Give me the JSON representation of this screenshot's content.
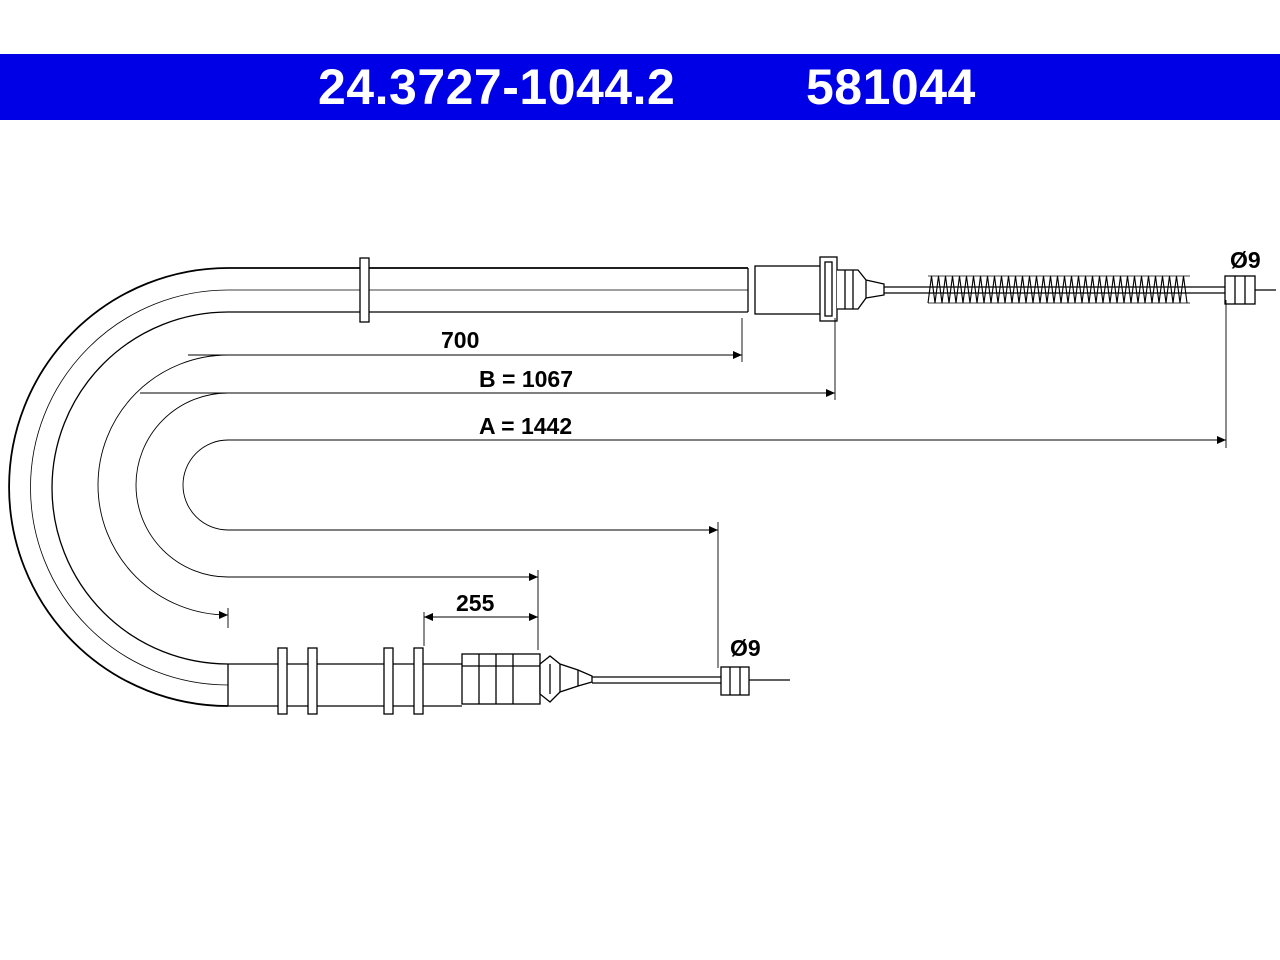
{
  "header": {
    "part_number": "24.3727-1044.2",
    "reference_number": "581044",
    "background_color": "#0000e6",
    "text_color": "#ffffff"
  },
  "dimensions": {
    "length_700": "700",
    "length_b": "B = 1067",
    "length_a": "A = 1442",
    "length_255": "255",
    "diameter_top": "Ø9",
    "diameter_bottom": "Ø9"
  }
}
